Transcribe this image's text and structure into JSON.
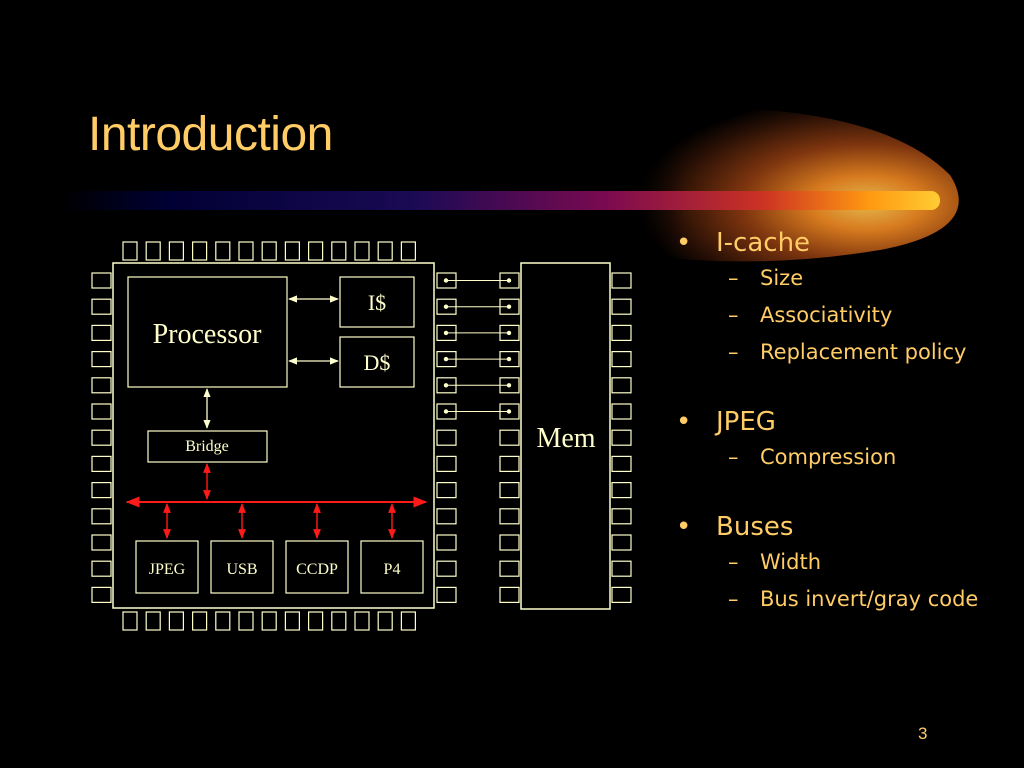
{
  "slide": {
    "title": "Introduction",
    "page_number": "3"
  },
  "colors": {
    "title": "#ffcc66",
    "text": "#ffcc66",
    "diagram_line": "#ffffcc",
    "bus": "#ff1a1a",
    "glow_core": "#ffcc33",
    "glow_mid": "#cc5500",
    "bar_start": "#000033"
  },
  "diagram": {
    "processor": "Processor",
    "icache": "I$",
    "dcache": "D$",
    "bridge": "Bridge",
    "memory": "Mem",
    "peripherals": [
      "JPEG",
      "USB",
      "CCDP",
      "P4"
    ]
  },
  "bullets": [
    {
      "label": "I-cache",
      "subs": [
        "Size",
        "Associativity",
        "Replacement policy"
      ]
    },
    {
      "label": "JPEG",
      "subs": [
        "Compression"
      ]
    },
    {
      "label": "Buses",
      "subs": [
        "Width",
        "Bus invert/gray code"
      ]
    }
  ]
}
